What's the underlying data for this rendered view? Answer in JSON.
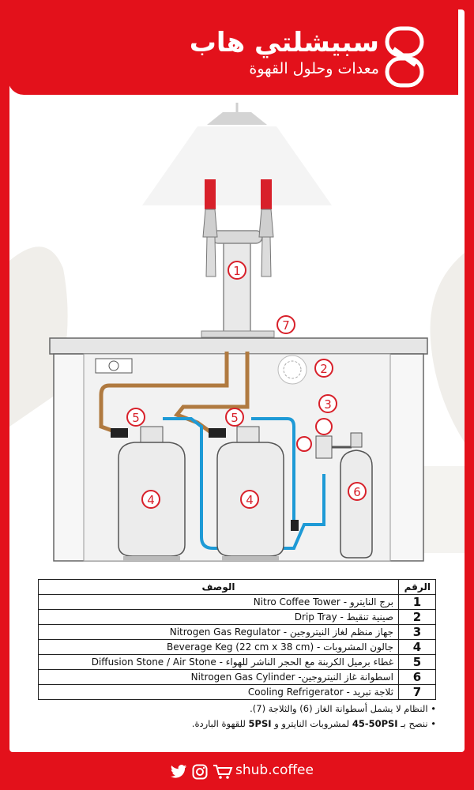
{
  "brand": {
    "name": "سبيشلتي هاب",
    "tagline": "معدات وحلول القهوة"
  },
  "diagram_labels": [
    "1",
    "2",
    "3",
    "4",
    "4",
    "5",
    "5",
    "6",
    "7"
  ],
  "table": {
    "header_num": "الرقم",
    "header_desc": "الوصف",
    "rows": [
      {
        "num": "1",
        "desc": "برج النايترو - Nitro Coffee Tower"
      },
      {
        "num": "2",
        "desc": "صينية تنقيط - Drip Tray"
      },
      {
        "num": "3",
        "desc": "جهاز منظم لغاز النيتروجين - Nitrogen Gas Regulator"
      },
      {
        "num": "4",
        "desc": "جالون المشروبات - Beverage Keg   (22 cm x 38 cm)"
      },
      {
        "num": "5",
        "desc": "غطاء برميل الكربنة مع الحجر الناشر للهواء - Diffusion Stone / Air Stone"
      },
      {
        "num": "6",
        "desc": "اسطوانة غاز النيتروجين- Nitrogen Gas Cylinder"
      },
      {
        "num": "7",
        "desc": "ثلاجة تبريد - Cooling Refrigerator"
      }
    ]
  },
  "notes": {
    "note1": "النظام لا يشمل أسطوانة الغاز (6) والثلاجة (7).",
    "note2_a": "ننصح بـ",
    "note2_b": "45-50PSI",
    "note2_c": "لمشروبات النايترو و",
    "note2_d": "5PSI",
    "note2_e": "للقهوة الباردة."
  },
  "footer": {
    "handle": "shub.coffee",
    "icons": [
      "twitter-icon",
      "instagram-icon",
      "cart-icon"
    ]
  },
  "colors": {
    "brand_red": "#e3111b",
    "tap_red": "#d8202a",
    "beer_line": "#b07a40",
    "gas_line": "#1e9ad6"
  }
}
